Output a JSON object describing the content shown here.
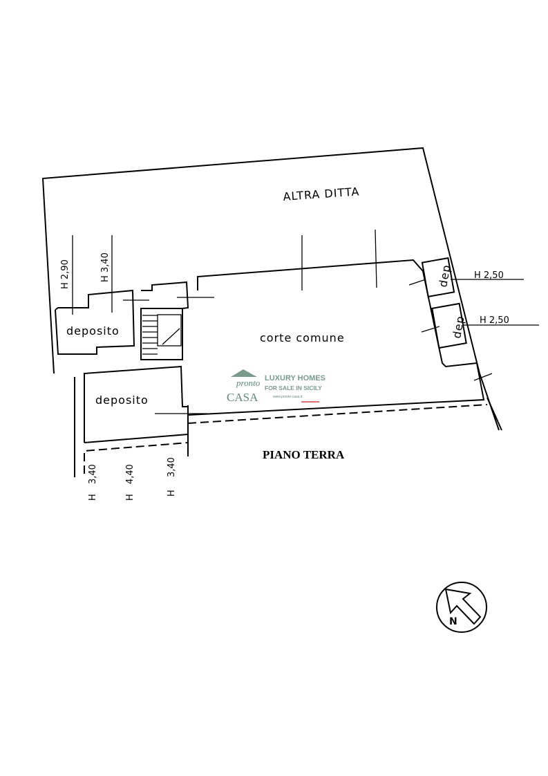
{
  "title": "PIANO TERRA",
  "labels": {
    "altra_ditta": "ALTRA DITTA",
    "corte_comune": "corte comune",
    "deposito_top": "deposito",
    "deposito_bottom": "deposito",
    "dep_1": "dep",
    "dep_2": "dep"
  },
  "heights": {
    "h_290": "H  2,90",
    "h_340_top": "H  3,40",
    "h_250_a": "H   2,50",
    "h_250_b": "H   2,50",
    "h_340_b1": "3,40",
    "h_440": "4,40",
    "h_340_b2": "3,40",
    "h_letter": "H"
  },
  "logo": {
    "brand_small": "pronto",
    "brand_big": "CASA",
    "line1": "LUXURY HOMES",
    "line2": "FOR SALE IN SICILY",
    "url": "www.pronto-casa.it",
    "colors": {
      "green": "#5f8a76",
      "red": "#d04040"
    }
  },
  "compass": {
    "letter": "N"
  }
}
